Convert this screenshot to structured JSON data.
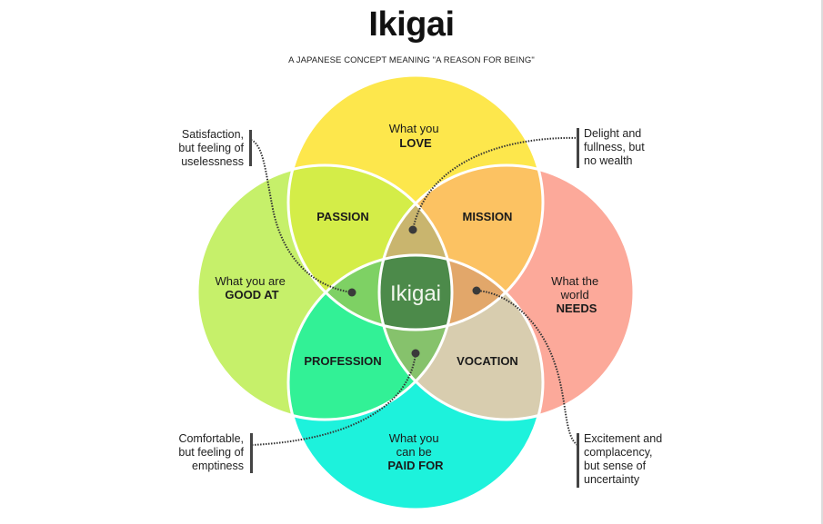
{
  "header": {
    "title": "Ikigai",
    "subtitle": "A JAPANESE CONCEPT MEANING \"A REASON FOR BEING\""
  },
  "circles": {
    "love": {
      "line1": "What you",
      "line2": "LOVE",
      "color": "#fde74c"
    },
    "good_at": {
      "line1": "What you are",
      "line2": "GOOD AT",
      "color": "#c6f06a"
    },
    "needs": {
      "line1": "What the",
      "line2": "world",
      "line3": "NEEDS",
      "color": "#fca99a"
    },
    "paid_for": {
      "line1": "What you",
      "line2": "can be",
      "line3": "PAID FOR",
      "color": "#1df2dc"
    }
  },
  "overlaps": {
    "passion": {
      "label": "PASSION",
      "color": "#d4ed48"
    },
    "mission": {
      "label": "MISSION",
      "color": "#fcc262"
    },
    "profession": {
      "label": "PROFESSION",
      "color": "#32f196"
    },
    "vocation": {
      "label": "VOCATION",
      "color": "#d8cdaf"
    },
    "love_needs_good": {
      "color": "#c9b56e"
    },
    "good_paid_love": {
      "color": "#7ed164"
    },
    "love_needs_paid": {
      "color": "#e2a76a"
    },
    "paid_good_needs": {
      "color": "#86c26c"
    },
    "center": {
      "label": "Ikigai",
      "color": "#4c8a4a"
    }
  },
  "annotations": {
    "top_left": {
      "lines": [
        "Satisfaction,",
        "but feeling of",
        "uselessness"
      ]
    },
    "top_right": {
      "lines": [
        "Delight and",
        "fullness, but",
        "no wealth"
      ]
    },
    "bottom_left": {
      "lines": [
        "Comfortable,",
        "but feeling of",
        "emptiness"
      ]
    },
    "bottom_right": {
      "lines": [
        "Excitement and",
        "complacency,",
        "but sense of",
        "uncertainty"
      ]
    }
  }
}
